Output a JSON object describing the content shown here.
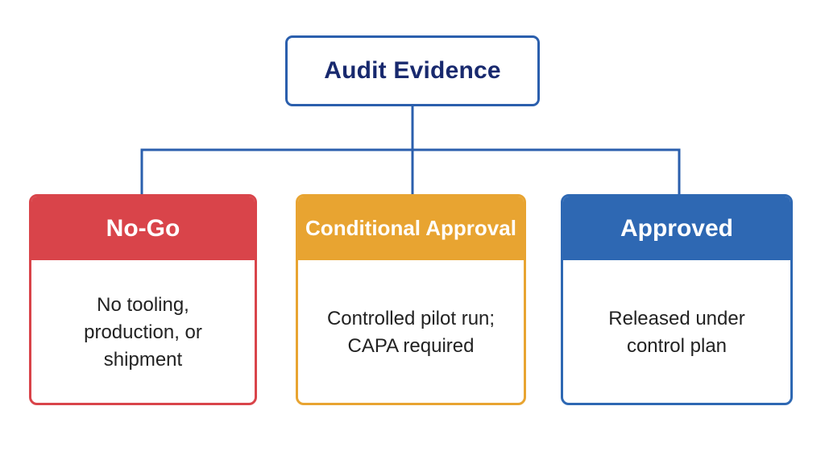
{
  "root": {
    "title": "Audit Evidence"
  },
  "outcomes": [
    {
      "title": "No-Go",
      "description": "No tooling,\nproduction, or\nshipment",
      "color": "#d9444a"
    },
    {
      "title": "Conditional Approval",
      "description": "Controlled pilot run;\nCAPA required",
      "color": "#e8a431"
    },
    {
      "title": "Approved",
      "description": "Released under\ncontrol plan",
      "color": "#2e68b3"
    }
  ],
  "connector_color": "#2b5fad"
}
